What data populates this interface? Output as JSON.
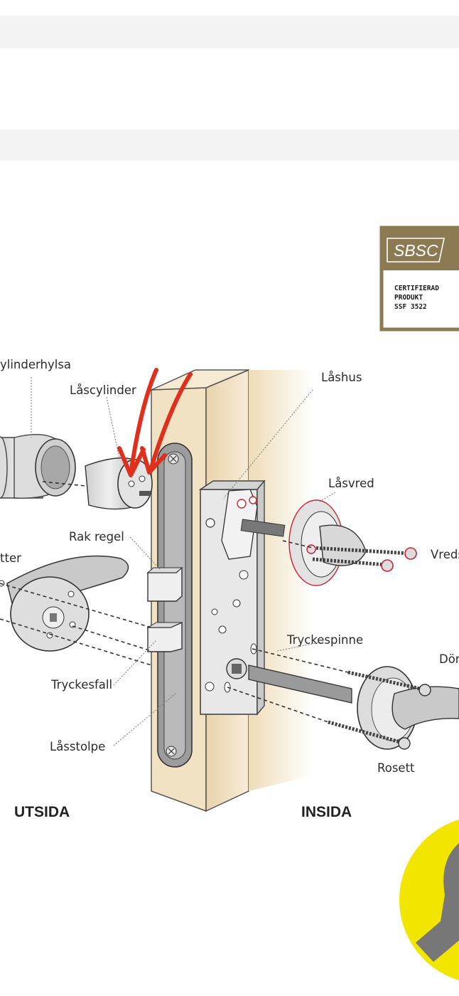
{
  "badge": {
    "brand": "SBSC",
    "lines": [
      "CERTIFIERAD",
      "PRODUKT",
      "SSF 3522"
    ]
  },
  "labels": {
    "cylinderhylsa": "ylinderhylsa",
    "lascylinder": "Låscylinder",
    "lashus": "Låshus",
    "lasvred": "Låsvred",
    "vredskruvar": "Vreds",
    "muttrar": "tter",
    "rak_regel": "Rak regel",
    "tryckespinne": "Tryckespinne",
    "dorrtrycke": "Dör",
    "tryckesfall": "Tryckesfall",
    "lasstolpe": "Låsstolpe",
    "rosett": "Rosett"
  },
  "sides": {
    "outside": "UTSIDA",
    "inside": "INSIDA"
  },
  "colors": {
    "wood": "#f2e3c6",
    "gold": "#8c7a52",
    "arrow": "#e0301b",
    "yellow": "#f2e600"
  }
}
